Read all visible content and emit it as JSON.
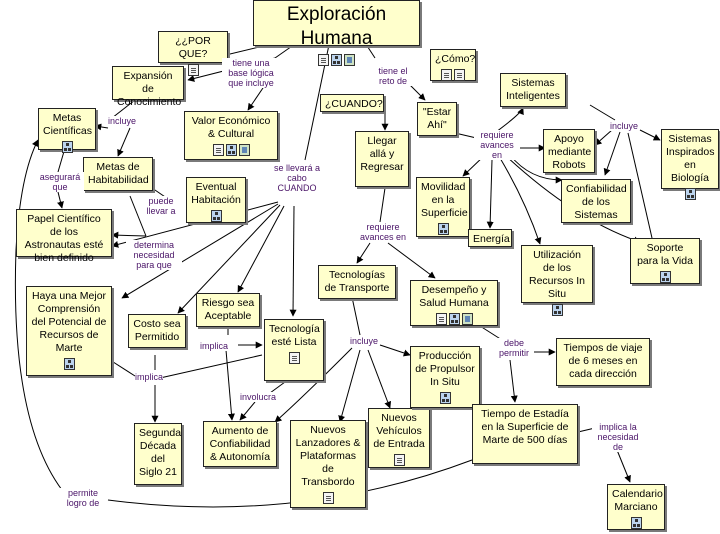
{
  "nodes": {
    "exploracion": {
      "label": "Exploración Humana",
      "icons": [
        "doc",
        "net",
        "img"
      ]
    },
    "por_que": {
      "label": "¿¿POR QUE?",
      "icons": [
        "doc"
      ]
    },
    "como": {
      "label": "¿Cómo?",
      "icons": [
        "doc",
        "doc"
      ]
    },
    "cuando": {
      "label": "¿CUANDO?",
      "icons": []
    },
    "expansion": {
      "label": "Expansión de Conocimiento",
      "icons": []
    },
    "metas_cientificas": {
      "label": "Metas Científicas",
      "icons": [
        "net"
      ]
    },
    "metas_habitabilidad": {
      "label": "Metas de Habitabilidad",
      "icons": []
    },
    "papel_cientifico": {
      "label": "Papel Científico de los Astronautas esté bien definido",
      "icons": []
    },
    "valor_economico": {
      "label": "Valor Económico & Cultural",
      "icons": [
        "doc",
        "net",
        "img"
      ]
    },
    "eventual_habitacion": {
      "label": "Eventual Habitación",
      "icons": [
        "net"
      ]
    },
    "estar_ahi": {
      "label": "\"Estar Ahí\"",
      "icons": []
    },
    "llegar_alla": {
      "label": "Llegar allá y Regresar",
      "icons": []
    },
    "sistemas_inteligentes": {
      "label": "Sistemas Inteligentes",
      "icons": []
    },
    "apoyo_robots": {
      "label": "Apoyo mediante Robots",
      "icons": []
    },
    "sistemas_biologia": {
      "label": "Sistemas Inspirados en Biología",
      "icons": [
        "net"
      ]
    },
    "confiabilidad_sistemas": {
      "label": "Confiabilidad de los Sistemas",
      "icons": []
    },
    "movilidad": {
      "label": "Movilidad en la Superficie",
      "icons": [
        "net"
      ]
    },
    "energia": {
      "label": "Energía",
      "icons": []
    },
    "recursos_in_situ": {
      "label": "Utilización de los Recursos In Situ",
      "icons": [
        "net"
      ]
    },
    "soporte_vida": {
      "label": "Soporte para la Vida",
      "icons": [
        "net"
      ]
    },
    "mejor_comprension": {
      "label": "Haya una Mejor Comprensión del Potencial de Recursos de Marte",
      "icons": [
        "net"
      ]
    },
    "riesgo_aceptable": {
      "label": "Riesgo sea Aceptable",
      "icons": []
    },
    "costo_permitido": {
      "label": "Costo sea Permitido",
      "icons": []
    },
    "tecnologia_lista": {
      "label": "Tecnología esté Lista",
      "icons": [
        "doc"
      ]
    },
    "tecnologias_transporte": {
      "label": "Tecnologías de Transporte",
      "icons": []
    },
    "desempeno_salud": {
      "label": "Desempeño y Salud Humana",
      "icons": [
        "doc",
        "net",
        "img"
      ]
    },
    "tiempos_viaje": {
      "label": "Tiempos de viaje de 6 meses en cada dirección",
      "icons": []
    },
    "segunda_decada": {
      "label": "Segunda Década del Siglo 21",
      "icons": []
    },
    "aumento_confiabilidad": {
      "label": "Aumento de Confiabilidad & Autonomía",
      "icons": []
    },
    "nuevos_lanzadores": {
      "label": "Nuevos Lanzadores & Plataformas de Transbordo",
      "icons": [
        "doc"
      ]
    },
    "nuevos_vehiculos": {
      "label": "Nuevos Vehículos de Entrada",
      "icons": [
        "doc"
      ]
    },
    "produccion_propulsor": {
      "label": "Producción de Propulsor In Situ",
      "icons": [
        "net"
      ]
    },
    "tiempo_estadia": {
      "label": "Tiempo de Estadía en la Superficie de Marte de 500 días",
      "icons": []
    },
    "calendario_marciano": {
      "label": "Calendario Marciano",
      "icons": [
        "net"
      ]
    }
  },
  "link_labels": {
    "tiene_una_base": "tiene una base lógica que incluye",
    "tiene_el_reto": "tiene el reto de",
    "incluye_1": "incluye",
    "incluye_2": "incluye",
    "incluye_3": "incluye",
    "asegurara_que": "asegurará que",
    "puede_llevar": "puede llevar a",
    "se_llevara": "se llevará a cabo CUANDO",
    "determina": "determina necesidad para que",
    "requiere_avances_1": "requiere avances en",
    "requiere_avances_2": "requiere avances en",
    "debe_permitir": "debe permitir",
    "implica_1": "implica",
    "implica_2": "implica",
    "involucra": "involucra",
    "implica_necesidad": "implica la necesidad de",
    "permite_logro": "permite logro de"
  },
  "colors": {
    "node_fill": "#ffffcc",
    "node_border": "#222222",
    "link_line": "#000000",
    "link_label": "#4a1468"
  }
}
